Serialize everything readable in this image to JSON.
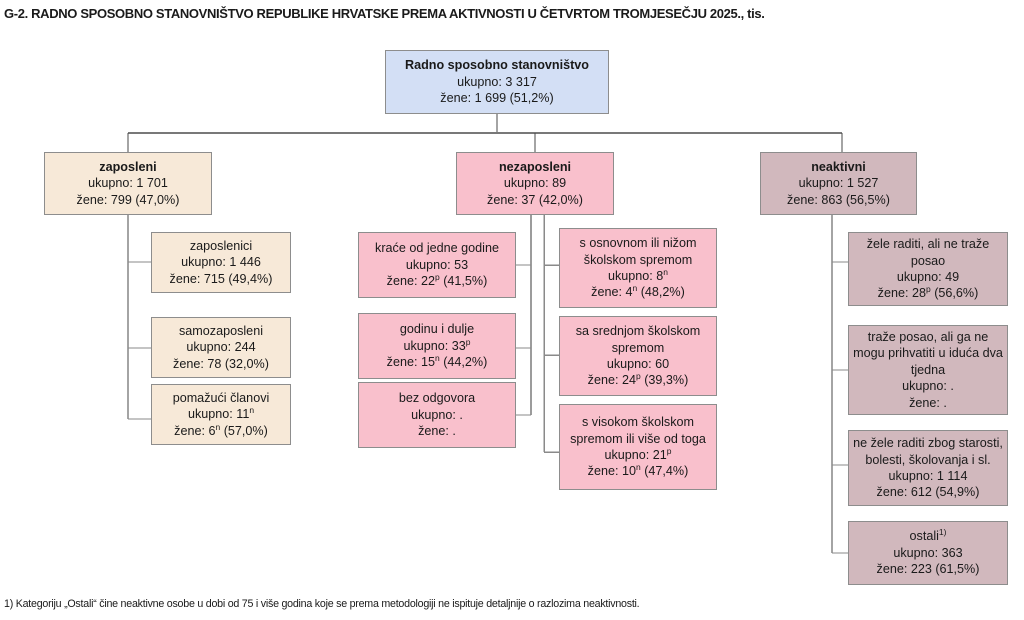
{
  "header": {
    "title": "G-2.  RADNO SPOSOBNO STANOVNIŠTVO REPUBLIKE HRVATSKE PREMA AKTIVNOSTI U ČETVRTOM TROMJESEČJU 2025., tis."
  },
  "footnote": {
    "text": "1) Kategoriju „Ostali“ čine neaktivne osobe u dobi od 75 i više godina koje se prema metodologiji ne ispituje detaljnije o razlozima neaktivnosti."
  },
  "colors": {
    "blue": "#d3dff5",
    "beige": "#f7e9d8",
    "pink": "#f9c0cc",
    "mauve": "#d1b8bd",
    "border": "#8d8d8d",
    "connector": "#6e6e6e",
    "text": "#1a1a1a"
  },
  "chart_data": {
    "type": "diagram",
    "title": "G-2.  RADNO SPOSOBNO STANOVNIŠTVO REPUBLIKE HRVATSKE PREMA AKTIVNOSTI U ČETVRTOM TROMJESEČJU 2025., tis.",
    "unit": "tis.",
    "root": {
      "name": "Radno sposobno stanovništvo",
      "total_label": "ukupno:  3 317",
      "women_label": "žene:  1 699 (51,2%)",
      "total": 3317,
      "women": 1699,
      "women_pct": 51.2
    },
    "level1": [
      {
        "name": "zaposleni",
        "total_label": "ukupno: 1 701",
        "women_label": "žene: 799 (47,0%)",
        "total": 1701,
        "women": 799,
        "women_pct": 47.0
      },
      {
        "name": "nezaposleni",
        "total_label": "ukupno: 89",
        "women_label": "žene: 37 (42,0%)",
        "total": 89,
        "women": 37,
        "women_pct": 42.0
      },
      {
        "name": "neaktivni",
        "total_label": "ukupno: 1 527",
        "women_label": "žene: 863 (56,5%)",
        "total": 1527,
        "women": 863,
        "women_pct": 56.5
      }
    ],
    "employed_children": [
      {
        "name": "zaposlenici",
        "total_label": "ukupno: 1 446",
        "women_label": "žene: 715 (49,4%)",
        "total": 1446,
        "women": 715,
        "women_pct": 49.4
      },
      {
        "name": "samozaposleni",
        "total_label": "ukupno: 244",
        "women_label": "žene: 78 (32,0%)",
        "total": 244,
        "women": 78,
        "women_pct": 32.0
      },
      {
        "name": "pomažući članovi",
        "total_label": "ukupno: 11",
        "total_sup": "n",
        "women_label_pre": "žene: 6",
        "women_sup": "n",
        "women_label_post": " (57,0%)",
        "total": 11,
        "women": 6,
        "women_pct": 57.0
      }
    ],
    "unemployed_duration": [
      {
        "name": "kraće od jedne godine",
        "total_label": "ukupno: 53",
        "women_label_pre": "žene: 22",
        "women_sup": "p",
        "women_label_post": " (41,5%)",
        "total": 53,
        "women": 22,
        "women_pct": 41.5
      },
      {
        "name": "godinu i dulje",
        "total_label": "ukupno: 33",
        "total_sup": "p",
        "women_label_pre": "žene: 15",
        "women_sup": "n",
        "women_label_post": " (44,2%)",
        "total": 33,
        "women": 15,
        "women_pct": 44.2
      },
      {
        "name": "bez odgovora",
        "total_label": "ukupno: .",
        "women_label": "žene: .",
        "total": null,
        "women": null,
        "women_pct": null
      }
    ],
    "unemployed_education": [
      {
        "name": "s osnovnom ili nižom školskom spremom",
        "total_label": "ukupno: 8",
        "total_sup": "n",
        "women_label_pre": "žene: 4",
        "women_sup": "n",
        "women_label_post": " (48,2%)",
        "total": 8,
        "women": 4,
        "women_pct": 48.2
      },
      {
        "name": "sa srednjom školskom spremom",
        "total_label": "ukupno: 60",
        "women_label_pre": "žene: 24",
        "women_sup": "p",
        "women_label_post": " (39,3%)",
        "total": 60,
        "women": 24,
        "women_pct": 39.3
      },
      {
        "name": "s visokom školskom spremom ili više od toga",
        "total_label": "ukupno: 21",
        "total_sup": "p",
        "women_label_pre": "žene: 10",
        "women_sup": "n",
        "women_label_post": " (47,4%)",
        "total": 21,
        "women": 10,
        "women_pct": 47.4
      }
    ],
    "inactive_children": [
      {
        "name": "žele raditi, ali ne traže posao",
        "total_label": "ukupno: 49",
        "women_label_pre": "žene: 28",
        "women_sup": "p",
        "women_label_post": " (56,6%)",
        "total": 49,
        "women": 28,
        "women_pct": 56.6
      },
      {
        "name": "traže posao, ali ga ne mogu prihvatiti u iduća dva tjedna",
        "total_label": "ukupno: .",
        "women_label": "žene: .",
        "total": null,
        "women": null,
        "women_pct": null
      },
      {
        "name": "ne žele raditi zbog starosti, bolesti, školovanja i sl.",
        "total_label": "ukupno: 1 114",
        "women_label": "žene: 612 (54,9%)",
        "total": 1114,
        "women": 612,
        "women_pct": 54.9
      },
      {
        "name": "ostali",
        "name_sup": "1)",
        "total_label": "ukupno: 363",
        "women_label": "žene: 223 (61,5%)",
        "total": 363,
        "women": 223,
        "women_pct": 61.5
      }
    ]
  }
}
